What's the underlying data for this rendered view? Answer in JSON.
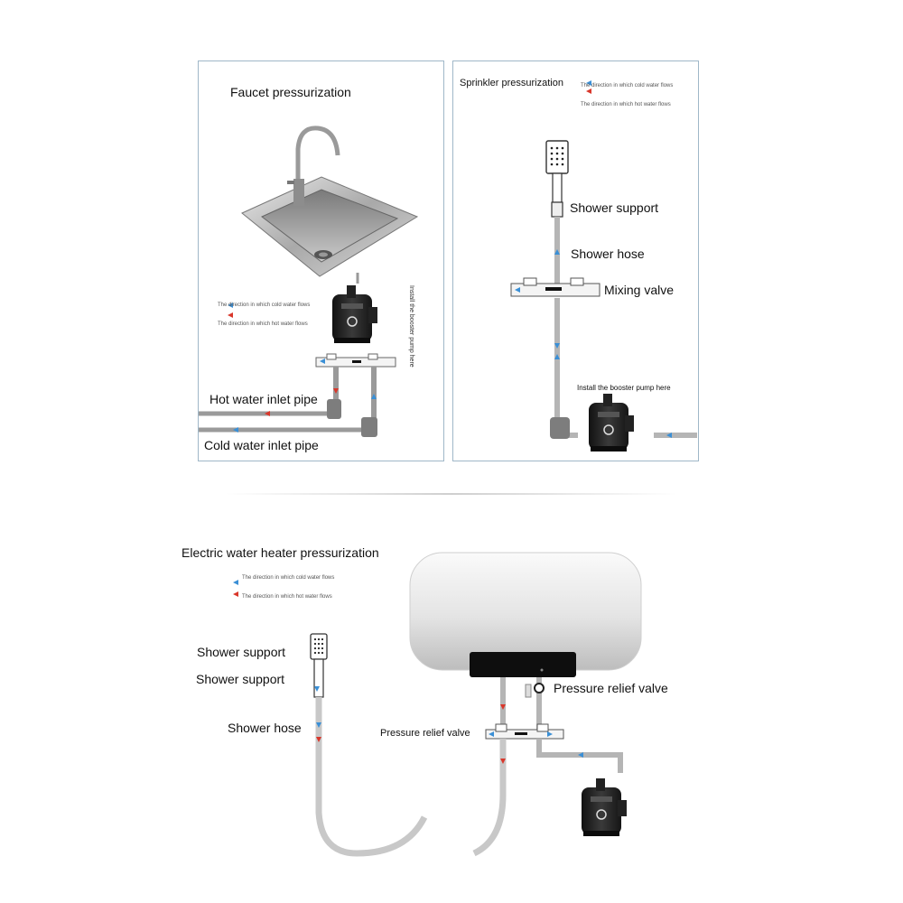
{
  "panels": {
    "faucet": {
      "title": "Faucet pressurization",
      "legend_cold": "The direction in which cold water flows",
      "legend_hot": "The direction in which hot water flows",
      "pump_note": "Install the booster pump here",
      "hot_pipe": "Hot water inlet pipe",
      "cold_pipe": "Cold water inlet pipe"
    },
    "sprinkler": {
      "title": "Sprinkler pressurization",
      "legend_cold": "The direction in which cold water flows",
      "legend_hot": "The direction in which hot water flows",
      "shower_support": "Shower support",
      "shower_hose": "Shower hose",
      "mixing_valve": "Mixing valve",
      "pump_note": "Install the booster pump here"
    },
    "heater": {
      "title": "Electric water heater pressurization",
      "legend_cold": "The direction in which cold water flows",
      "legend_hot": "The direction in which hot water flows",
      "shower_support_1": "Shower support",
      "shower_support_2": "Shower support",
      "shower_hose": "Shower hose",
      "relief_valve_right": "Pressure relief valve",
      "relief_valve_left": "Pressure relief valve"
    }
  },
  "colors": {
    "cold": "#3a8fd6",
    "hot": "#d9372b",
    "border": "#9fb7c8",
    "pipe": "#8a8a8a",
    "pump": "#1f1f1f"
  },
  "icons": [
    "sink-icon",
    "faucet-icon",
    "booster-pump-icon",
    "shower-head-icon",
    "mixing-valve-icon",
    "water-heater-icon",
    "pressure-relief-valve-icon"
  ]
}
